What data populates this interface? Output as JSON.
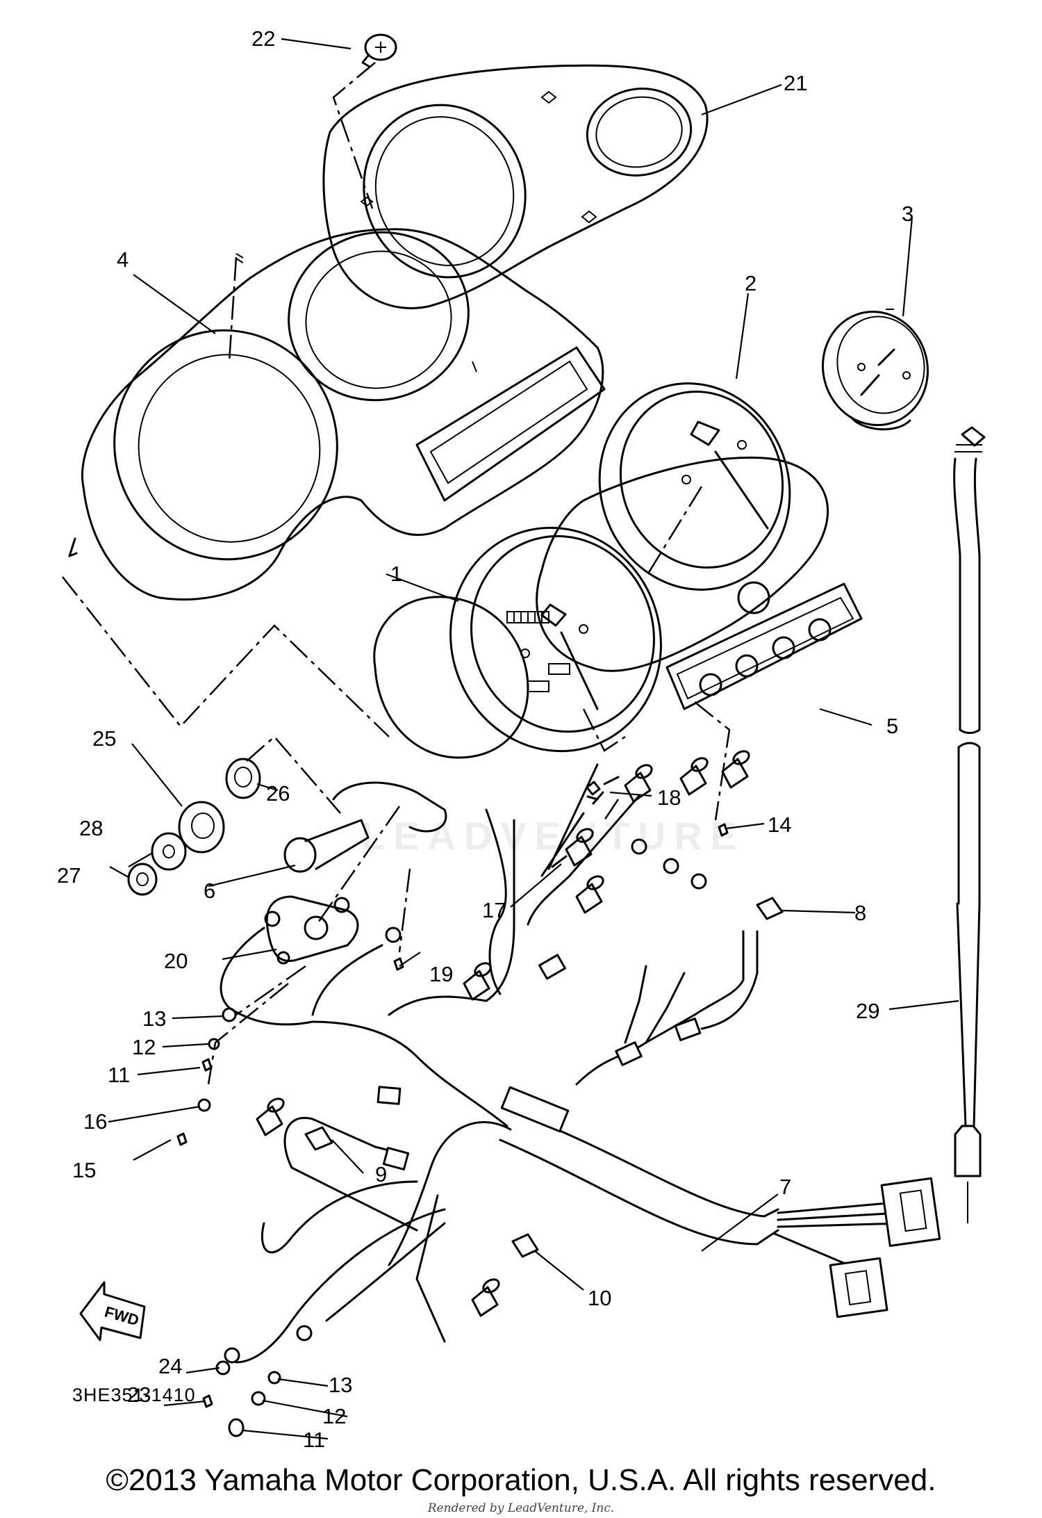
{
  "callouts": [
    {
      "id": "1",
      "label": "1"
    },
    {
      "id": "2",
      "label": "2"
    },
    {
      "id": "3",
      "label": "3"
    },
    {
      "id": "4",
      "label": "4"
    },
    {
      "id": "5",
      "label": "5"
    },
    {
      "id": "6",
      "label": "6"
    },
    {
      "id": "7",
      "label": "7"
    },
    {
      "id": "8",
      "label": "8"
    },
    {
      "id": "9",
      "label": "9"
    },
    {
      "id": "10",
      "label": "10"
    },
    {
      "id": "11a",
      "label": "11"
    },
    {
      "id": "11b",
      "label": "11"
    },
    {
      "id": "12a",
      "label": "12"
    },
    {
      "id": "12b",
      "label": "12"
    },
    {
      "id": "13a",
      "label": "13"
    },
    {
      "id": "13b",
      "label": "13"
    },
    {
      "id": "14",
      "label": "14"
    },
    {
      "id": "15",
      "label": "15"
    },
    {
      "id": "16",
      "label": "16"
    },
    {
      "id": "17",
      "label": "17"
    },
    {
      "id": "18",
      "label": "18"
    },
    {
      "id": "19",
      "label": "19"
    },
    {
      "id": "20",
      "label": "20"
    },
    {
      "id": "21",
      "label": "21"
    },
    {
      "id": "22",
      "label": "22"
    },
    {
      "id": "23",
      "label": "23"
    },
    {
      "id": "24",
      "label": "24"
    },
    {
      "id": "25",
      "label": "25"
    },
    {
      "id": "26",
      "label": "26"
    },
    {
      "id": "27",
      "label": "27"
    },
    {
      "id": "28",
      "label": "28"
    },
    {
      "id": "29",
      "label": "29"
    }
  ],
  "direction_arrow": "FWD",
  "part_code": "3HE351-1410",
  "watermark": "LEADVENTURE",
  "copyright": "©2013 Yamaha Motor Corporation, U.S.A. All rights reserved.",
  "rendered_by": "Rendered by LeadVenture, Inc."
}
